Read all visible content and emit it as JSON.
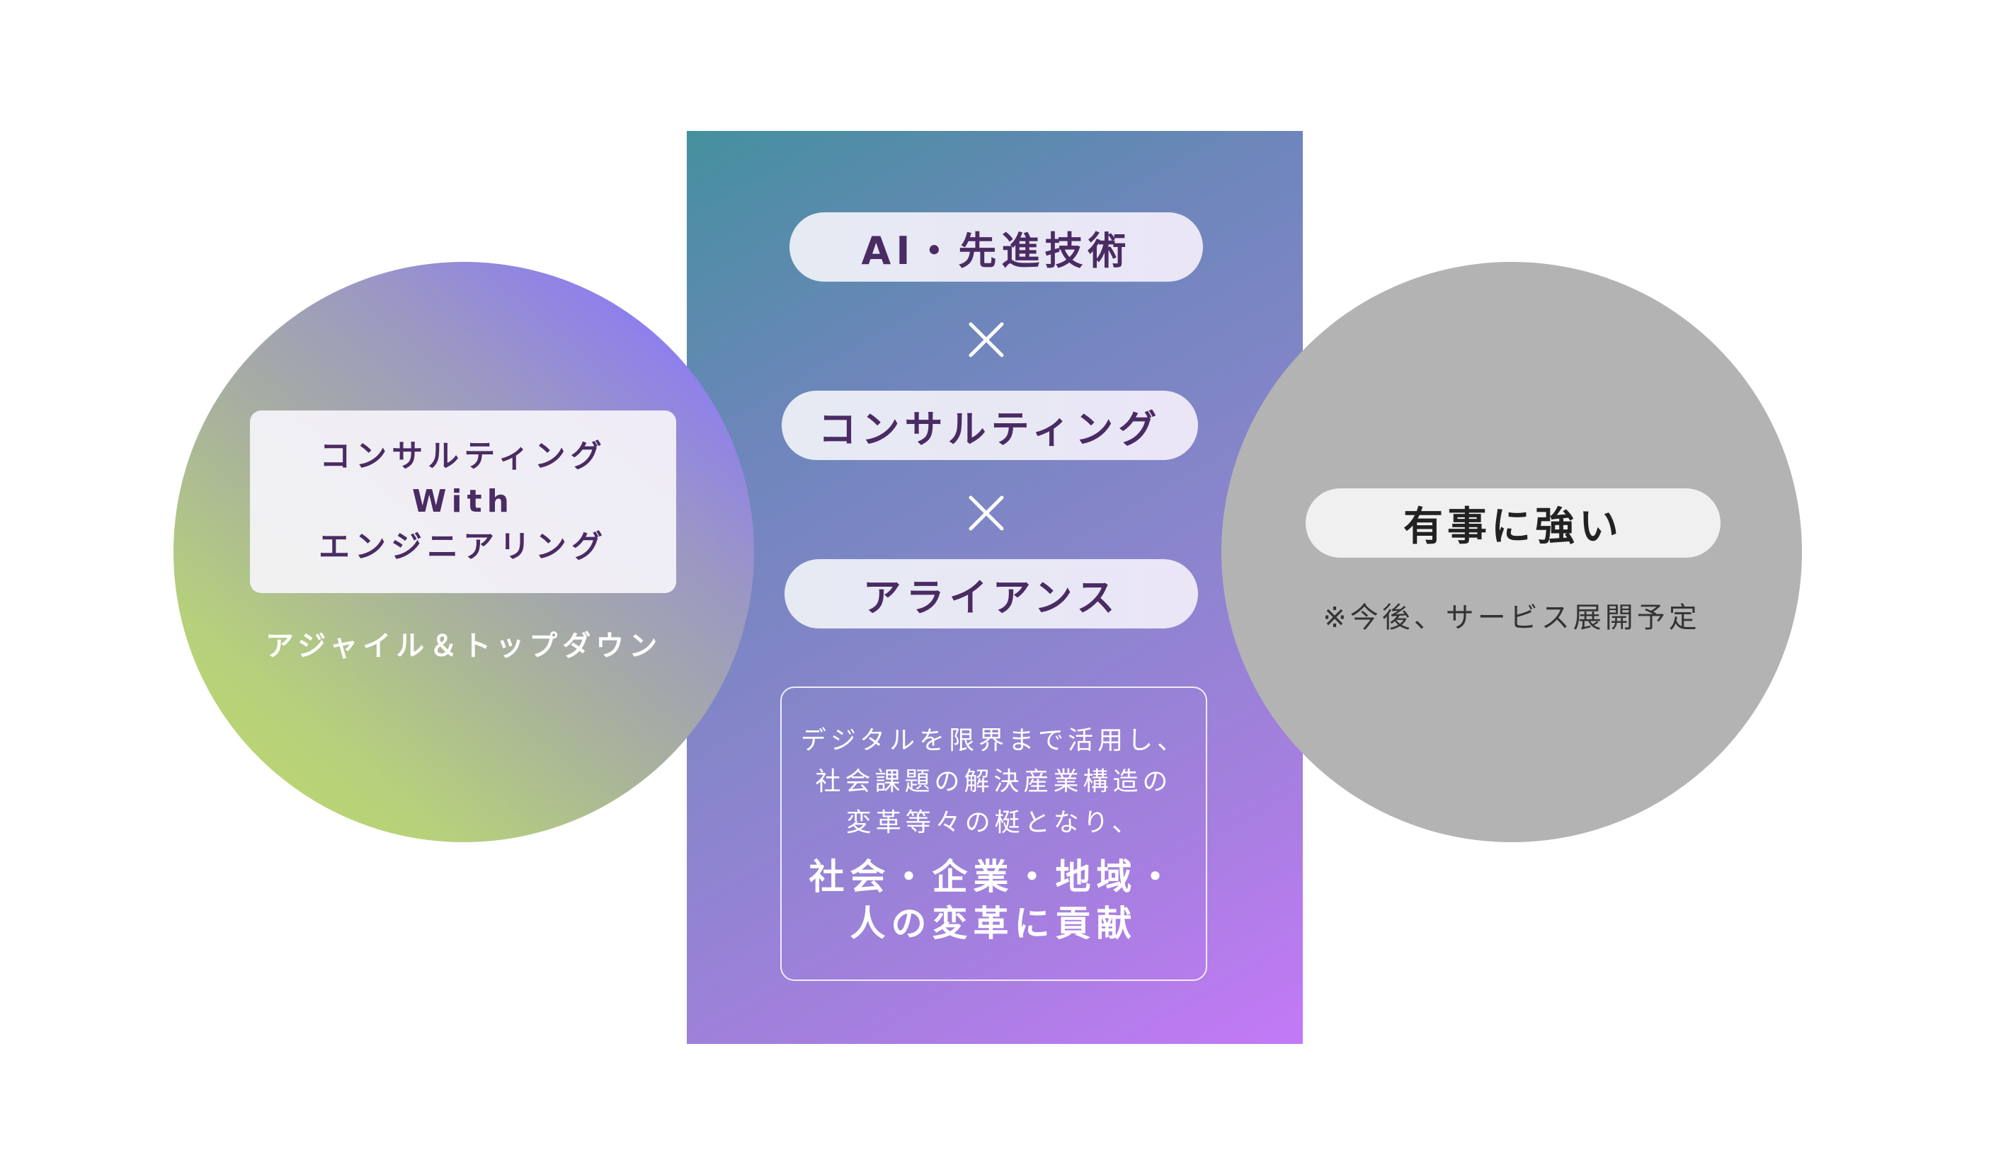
{
  "left": {
    "card_lines": [
      "コンサルティング",
      "With",
      "エンジニアリング"
    ],
    "subtitle": "アジャイル＆トップダウン"
  },
  "center": {
    "pills": [
      "AI・先進技術",
      "コンサルティング",
      "アライアンス"
    ],
    "operator": "×",
    "mission": {
      "lines": [
        "デジタルを限界まで活用し、",
        "社会課題の解決産業構造の",
        "変革等々の梃となり、"
      ],
      "headline": [
        "社会・企業・地域・",
        "人の変革に貢献"
      ]
    }
  },
  "right": {
    "pill": "有事に強い",
    "note": "※今後、サービス展開予定"
  },
  "colors": {
    "panel_gradient": [
      "#44909e",
      "#6e86bb",
      "#8a85cd",
      "#a57fdf",
      "#c479f7"
    ],
    "left_circle_gradient": [
      "#c0db66",
      "#a8b09e",
      "#8478fb"
    ],
    "right_circle": "#b3b3b3",
    "pill_text": "#4a2b63"
  },
  "icons": [
    "times-icon"
  ]
}
